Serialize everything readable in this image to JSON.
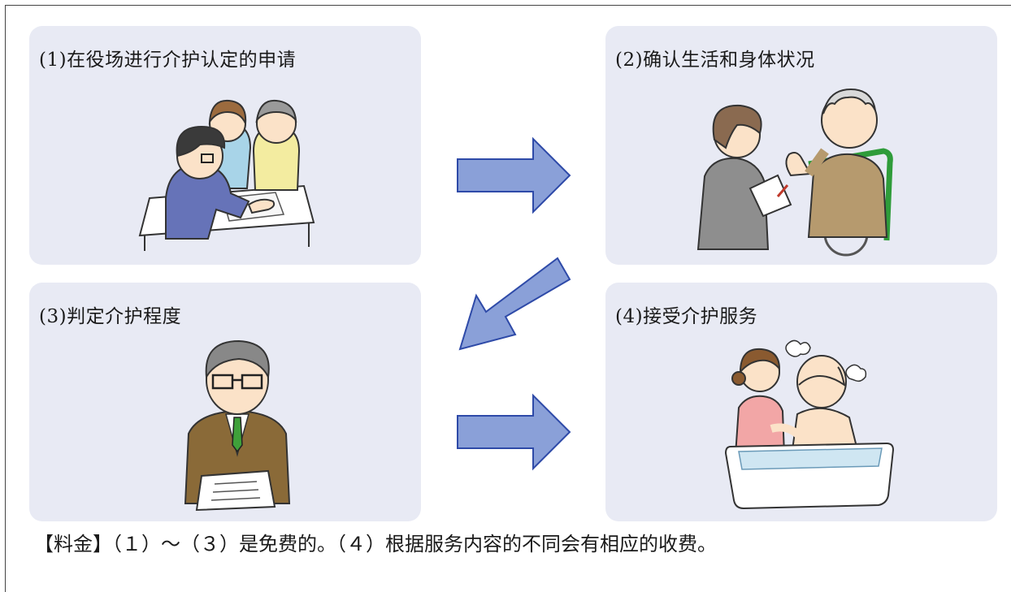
{
  "steps": [
    {
      "label": "(1)在役场进行介护认定的申请",
      "illustration": "office-consultation-illustration"
    },
    {
      "label": "(2)确认生活和身体状况",
      "illustration": "home-visit-interview-illustration"
    },
    {
      "label": "(3)判定介护程度",
      "illustration": "official-with-document-illustration"
    },
    {
      "label": "(4)接受介护服务",
      "illustration": "bathing-care-illustration"
    }
  ],
  "arrows": [
    {
      "from": 1,
      "to": 2,
      "name": "arrow-right-icon"
    },
    {
      "from": 2,
      "to": 3,
      "name": "arrow-down-left-icon"
    },
    {
      "from": 3,
      "to": 4,
      "name": "arrow-right-icon"
    }
  ],
  "footer_note": "【料金】（１）～（３）是免费的。（４）根据服务内容的不同会有相应的收费。",
  "colors": {
    "panel_bg": "#e8eaf4",
    "arrow_fill": "#8aa0d8",
    "arrow_stroke": "#2e4aa8"
  }
}
